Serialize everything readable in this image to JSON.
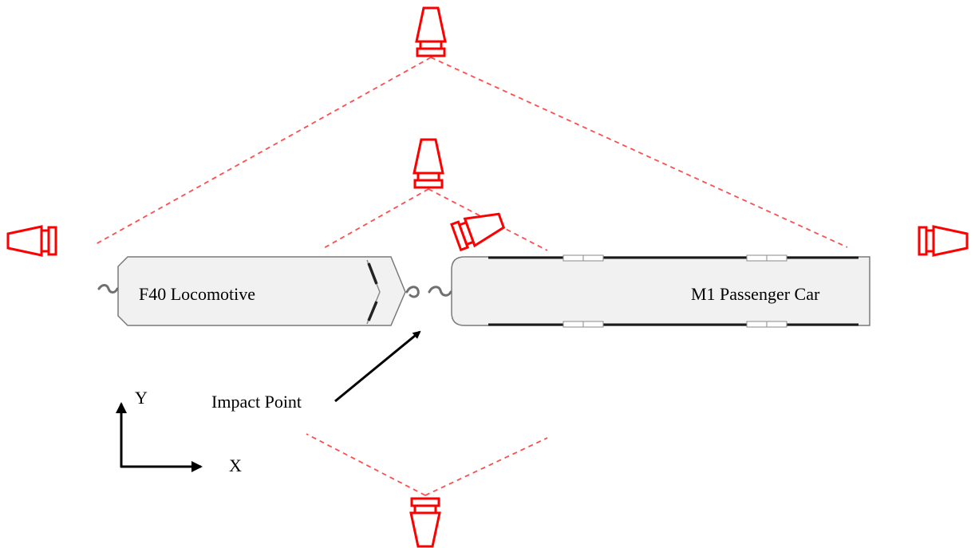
{
  "labels": {
    "locomotive": "F40 Locomotive",
    "passenger_car": "M1 Passenger Car",
    "impact_point": "Impact Point",
    "axis_x": "X",
    "axis_y": "Y"
  },
  "colors": {
    "camera": "#ff0000",
    "field_of_view": "#ff4d4d",
    "vehicle_fill": "#f1f1f1",
    "vehicle_outline": "#7a7a7a"
  },
  "icons": {
    "camera": "camera-icon",
    "coupler": "coupler-icon"
  }
}
